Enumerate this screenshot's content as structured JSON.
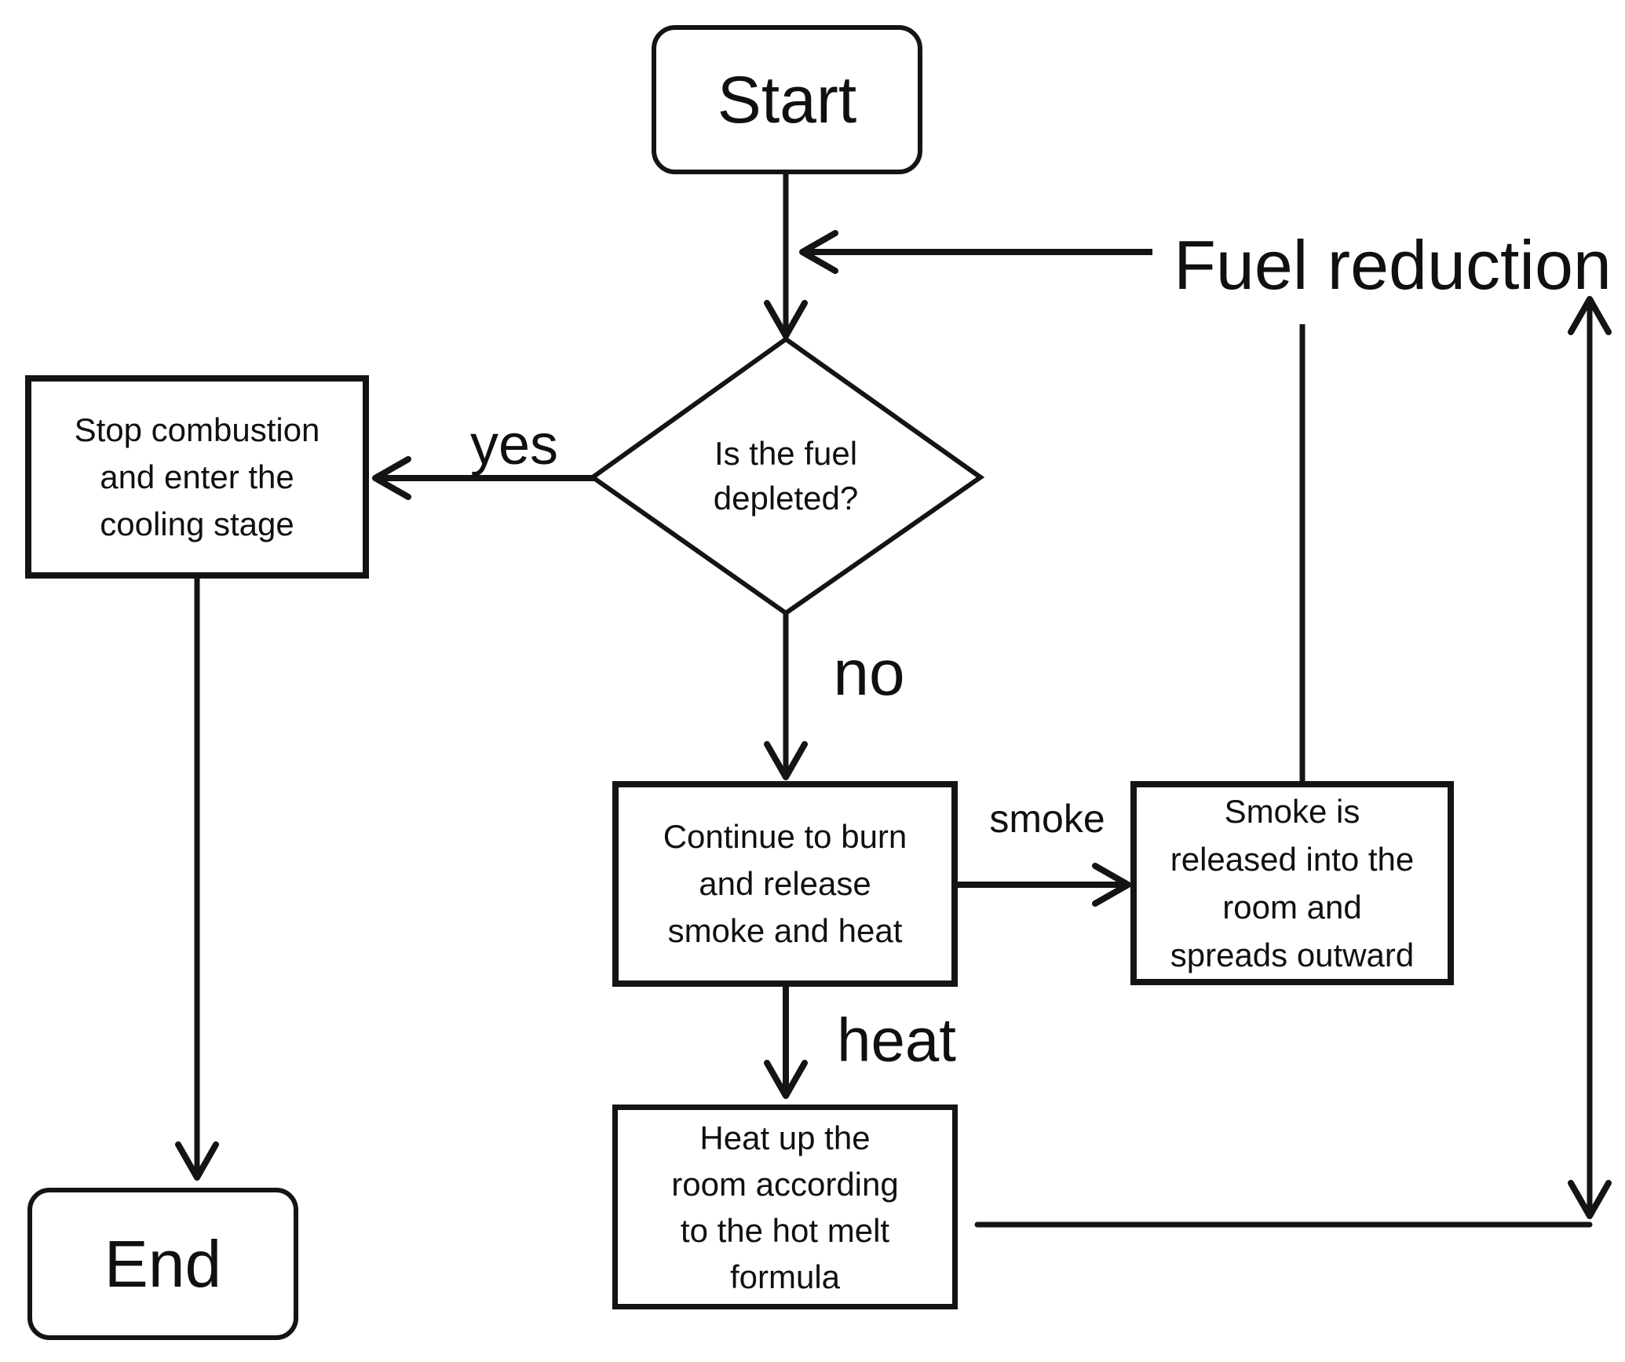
{
  "diagram": {
    "type": "flowchart",
    "colors": {
      "stroke": "#141414",
      "text": "#101010",
      "background": "#ffffff"
    },
    "nodes": {
      "start": {
        "label": "Start",
        "shape": "rounded-terminator"
      },
      "decision": {
        "label": "Is the fuel\ndepleted?",
        "shape": "diamond"
      },
      "stop": {
        "label": "Stop combustion\nand enter the\ncooling stage",
        "shape": "process"
      },
      "end": {
        "label": "End",
        "shape": "rounded-terminator"
      },
      "continue": {
        "label": "Continue to burn\nand release\nsmoke and heat",
        "shape": "process"
      },
      "smoke_release": {
        "label": "Smoke is\nreleased into the\nroom and\nspreads outward",
        "shape": "process"
      },
      "heat_room": {
        "label": "Heat up the\nroom according\nto the hot melt\nformula",
        "shape": "process"
      }
    },
    "labels": {
      "yes": "yes",
      "no": "no",
      "smoke": "smoke",
      "heat": "heat",
      "fuel_reduction": "Fuel reduction"
    },
    "edges": [
      {
        "from": "start",
        "to": "decision",
        "label": ""
      },
      {
        "from": "fuel_reduction",
        "to": "start-decision-arrow",
        "label": "Fuel reduction",
        "direction": "left"
      },
      {
        "from": "decision",
        "to": "stop",
        "label": "yes",
        "direction": "left"
      },
      {
        "from": "stop",
        "to": "end",
        "label": "",
        "direction": "down"
      },
      {
        "from": "decision",
        "to": "continue",
        "label": "no",
        "direction": "down"
      },
      {
        "from": "continue",
        "to": "smoke_release",
        "label": "smoke",
        "direction": "right"
      },
      {
        "from": "continue",
        "to": "heat_room",
        "label": "heat",
        "direction": "down"
      },
      {
        "from": "fuel_reduction",
        "to": "smoke_release",
        "label": "",
        "style": "plain-line"
      },
      {
        "from": "heat_room",
        "to": "fuel_reduction",
        "label": "",
        "style": "double-headed-feedback"
      }
    ]
  }
}
